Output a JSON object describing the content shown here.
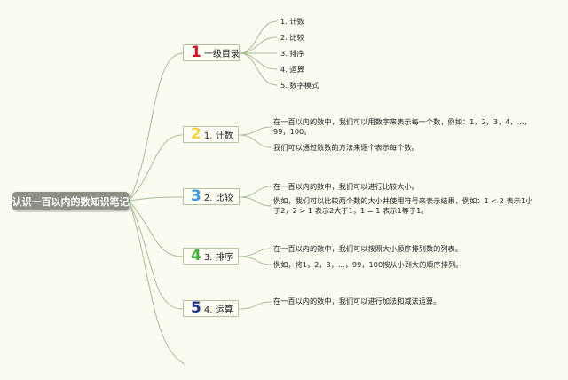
{
  "root": {
    "label": "认识一百以内的数知识笔记"
  },
  "colors": {
    "background": "#fbfbf2",
    "line": "#a9bf98",
    "root_fill": "#8f8f87",
    "topic_border": "#b6c3a3"
  },
  "topics": [
    {
      "number": "1",
      "label": "一级目录",
      "children": [
        "1. 计数",
        "2. 比较",
        "3. 排序",
        "4. 运算",
        "5. 数字模式"
      ]
    },
    {
      "number": "2",
      "label": "1. 计数",
      "notes": [
        "在一百以内的数中，我们可以用数字来表示每一个数，例如：1，2，3，4，...，99，100。",
        "我们可以通过数数的方法来逐个表示每个数。"
      ]
    },
    {
      "number": "3",
      "label": "2. 比较",
      "notes": [
        "在一百以内的数中，我们可以进行比较大小。",
        "例如，我们可以比较两个数的大小并使用符号来表示结果，例如：1 < 2 表示1小于2，2 > 1 表示2大于1，1 = 1 表示1等于1。"
      ]
    },
    {
      "number": "4",
      "label": "3. 排序",
      "notes": [
        "在一百以内的数中，我们可以按照大小顺序排列数的列表。",
        "例如，将1，2，3，...，99，100按从小到大的顺序排列。"
      ]
    },
    {
      "number": "5",
      "label": "4. 运算",
      "notes": [
        "在一百以内的数中，我们可以进行加法和减法运算。"
      ]
    }
  ]
}
